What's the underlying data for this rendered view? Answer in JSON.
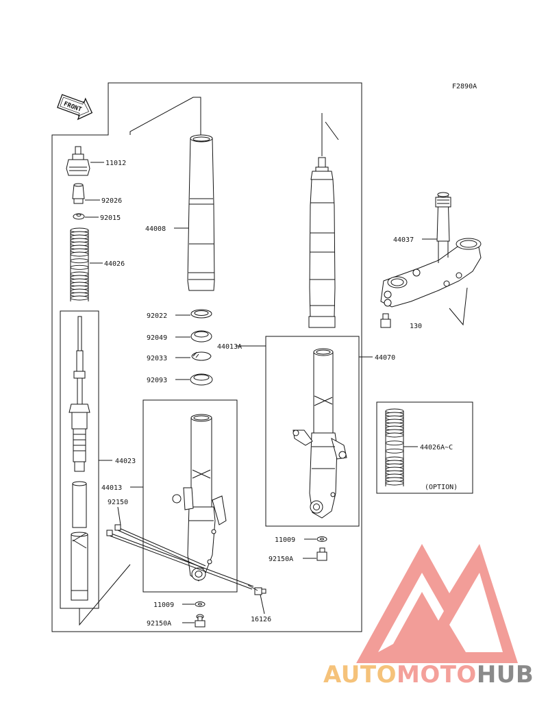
{
  "figure_code": "F2890A",
  "front_label": "FRONT",
  "option_label": "(OPTION)",
  "parts": {
    "p11012": "11012",
    "p92026": "92026",
    "p92015": "92015",
    "p44026": "44026",
    "p44008": "44008",
    "p44037": "44037",
    "p130": "130",
    "p92022": "92022",
    "p92049": "92049",
    "p92033": "92033",
    "p92093": "92093",
    "p44013A": "44013A",
    "p44070": "44070",
    "p44026Ac": "44026A~C",
    "p44023": "44023",
    "p44013": "44013",
    "p92150": "92150",
    "p11009a": "11009",
    "p92150Aa": "92150A",
    "p11009b": "11009",
    "p92150Ab": "92150A",
    "p16126": "16126"
  },
  "watermark": {
    "part1": "AUTO",
    "part2": "MOTO",
    "part3": "HUB",
    "colors": {
      "auto": "#f5c27a",
      "moto": "#f4a09a",
      "hub": "#8a8a8a",
      "triangle": "#f08c86"
    }
  }
}
